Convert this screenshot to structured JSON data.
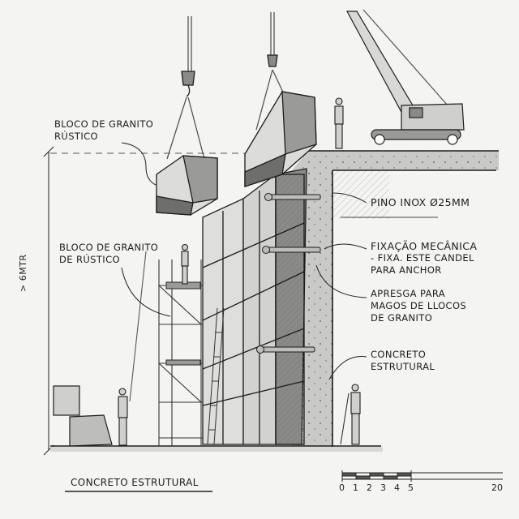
{
  "drawing": {
    "type": "architectural section sketch",
    "subject": "granite block cladding on structural concrete wall"
  },
  "annotations": {
    "top_left_block": [
      "BLOCO DE GRANITO",
      "RÚSTICO"
    ],
    "mid_left_block": [
      "BLOCO DE GRANITO",
      "DE RÚSTICO"
    ],
    "pin": "PINO INOX Ø25mm",
    "fixation": [
      "FIXAÇÃO MECÂNICA",
      "- FIXA. ESTE CANDEL",
      "PARA ANCHOR"
    ],
    "clamp": [
      "APRESGA PARA",
      "MAGOS DE LLOCOS",
      "DE GRANITO"
    ],
    "concrete_right": [
      "CONCRETO",
      "ESTRUTURAL"
    ],
    "bottom_title": "CONCRETO ESTRUTURAL",
    "height_dimension": "> 6MTR"
  },
  "scale_bar": {
    "ticks": [
      "0",
      "1",
      "2",
      "3",
      "4",
      "5",
      "20"
    ]
  },
  "colors": {
    "paper": "#f4f4f2",
    "ink": "#1c1c1c",
    "shade_dark": "#6e6e6e",
    "shade_mid": "#a9a9a9",
    "shade_light": "#cfcfcd"
  }
}
